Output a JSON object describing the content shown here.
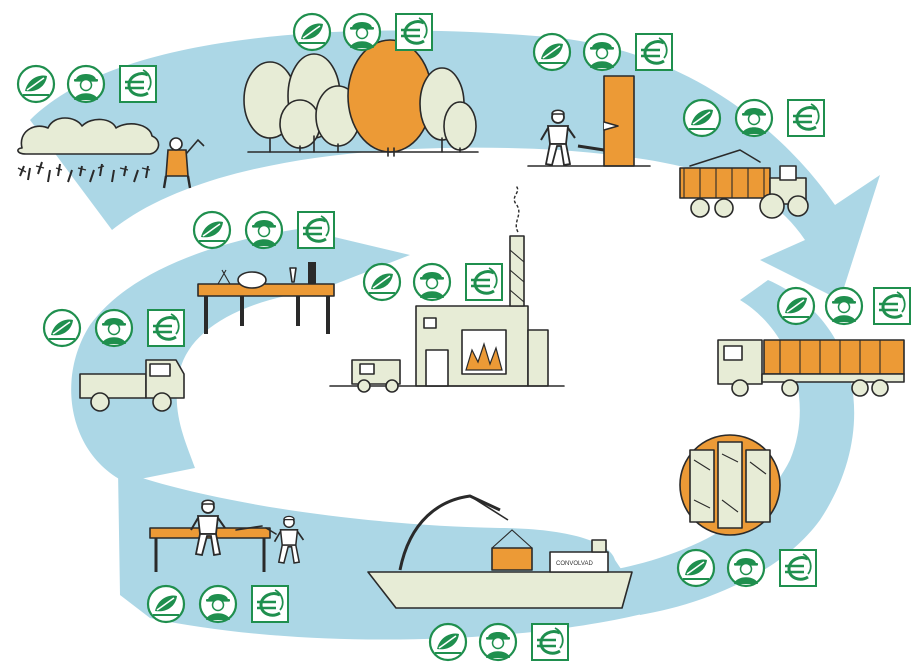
{
  "colors": {
    "flow_band": "#acd7e6",
    "wood_orange": "#ec9a36",
    "sketch_fill": "#e7ecd6",
    "icon_green": "#1f8f4e",
    "outline": "#2a2a2a"
  },
  "ship": {
    "name_plate": "CONVOLVAD"
  },
  "stages": [
    {
      "id": "forest-regeneration",
      "icons": [
        "pefc-tree-logo-icon",
        "forester-portrait-icon",
        "euro-leaf-icon"
      ]
    },
    {
      "id": "forest-growth",
      "icons": [
        "pefc-tree-logo-icon",
        "forester-portrait-icon",
        "euro-leaf-icon"
      ]
    },
    {
      "id": "tree-felling",
      "icons": [
        "pefc-tree-logo-icon",
        "forester-portrait-icon",
        "euro-leaf-icon"
      ]
    },
    {
      "id": "log-forwarding",
      "icons": [
        "pefc-tree-logo-icon",
        "forester-portrait-icon",
        "euro-leaf-icon"
      ]
    },
    {
      "id": "timber-truck-transport",
      "icons": [
        "pefc-tree-logo-icon",
        "forester-portrait-icon",
        "euro-leaf-icon"
      ]
    },
    {
      "id": "sawn-timber",
      "icons": [
        "pefc-tree-logo-icon",
        "forester-portrait-icon",
        "euro-leaf-icon"
      ]
    },
    {
      "id": "ship-transport",
      "icons": [
        "pefc-tree-logo-icon",
        "forester-portrait-icon",
        "euro-leaf-icon"
      ]
    },
    {
      "id": "carpentry-workshop",
      "icons": [
        "pefc-tree-logo-icon",
        "forester-portrait-icon",
        "euro-leaf-icon"
      ]
    },
    {
      "id": "delivery-pickup",
      "icons": [
        "pefc-tree-logo-icon",
        "forester-portrait-icon",
        "euro-leaf-icon"
      ]
    },
    {
      "id": "furniture-use",
      "icons": [
        "pefc-tree-logo-icon",
        "forester-portrait-icon",
        "euro-leaf-icon"
      ]
    },
    {
      "id": "energy-recovery-plant",
      "icons": [
        "pefc-tree-logo-icon",
        "forester-portrait-icon",
        "euro-leaf-icon"
      ]
    }
  ]
}
